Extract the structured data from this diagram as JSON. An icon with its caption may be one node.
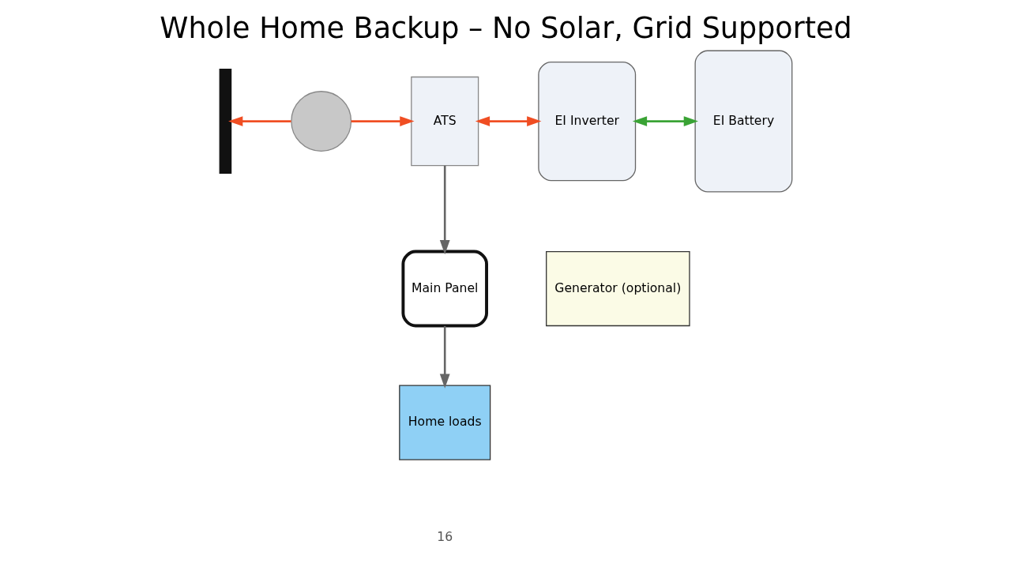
{
  "diagram": {
    "title": "Whole Home Backup – No Solar, Grid Supported",
    "nodes": [
      {
        "text": [],
        "shape": "box"
      },
      {
        "text": [],
        "shape": "circle"
      },
      {
        "text": [
          "ATS"
        ]
      },
      {
        "text": [
          "EI Inverter"
        ]
      },
      {
        "text": [
          "EI Battery"
        ]
      },
      {
        "text": [
          "Main Panel"
        ]
      },
      {
        "text": [
          "Home loads"
        ]
      },
      {
        "text": [
          "Generator (optional)"
        ]
      }
    ],
    "edges": [
      {
        "from": 1,
        "to": 0,
        "arrow": "to"
      },
      {
        "from": 1,
        "to": 2,
        "arrow": "to"
      },
      {
        "from": 2,
        "to": 3,
        "arrow": "both"
      },
      {
        "from": 3,
        "to": 4,
        "arrow": "both",
        "color": "#3aa335"
      },
      {
        "from": 2,
        "to": 5,
        "arrow": "to",
        "color": "#666666"
      },
      {
        "from": 5,
        "to": 6,
        "arrow": "to",
        "color": "#666666"
      }
    ],
    "labels": [
      "16"
    ]
  }
}
